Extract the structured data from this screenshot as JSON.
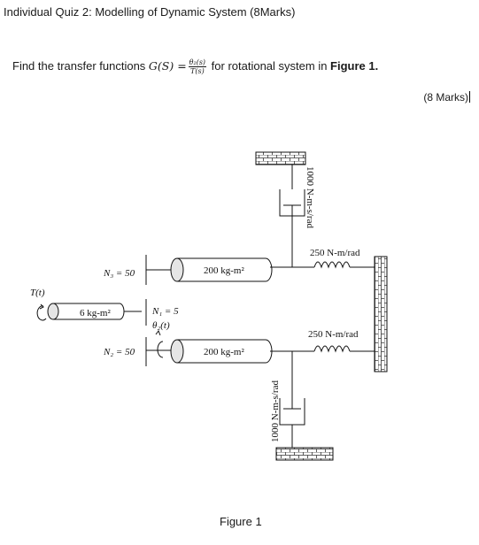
{
  "header": {
    "title": "Individual Quiz 2: Modelling of Dynamic System (8Marks)"
  },
  "question": {
    "lead": "Find the transfer functions ",
    "func": "G(S) =",
    "frac_num": "θ₂(s)",
    "frac_den": "T(s)",
    "mid": " for rotational system in ",
    "fig_ref": "Figure 1.",
    "marks": "(8 Marks)"
  },
  "figure": {
    "caption": "Figure 1",
    "torque": "T(t)",
    "inertia_small": "6 kg-m²",
    "n3": "N₃ = 50",
    "n1": "N₁ = 5",
    "theta2": "θ₂(t)",
    "n2": "N₂ = 50",
    "inertia_top": "200 kg-m²",
    "inertia_bottom": "200 kg-m²",
    "spring_top": "250 N-m/rad",
    "spring_bottom": "250 N-m/rad",
    "damper_top": "1000 N-m-s/rad",
    "damper_bottom": "1000 N-m-s/rad"
  }
}
